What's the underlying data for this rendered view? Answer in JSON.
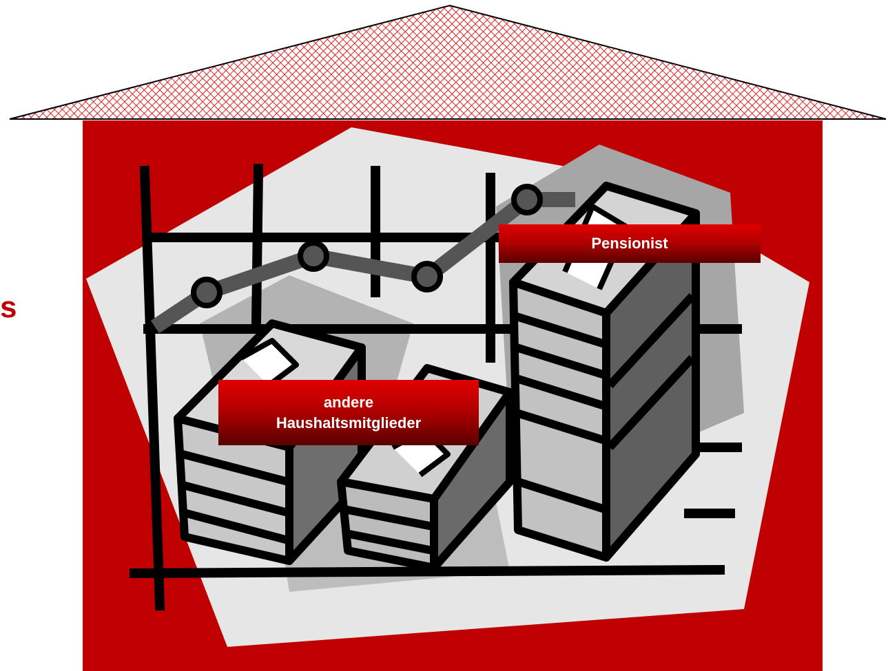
{
  "labels": {
    "pensionist": "Pensionist",
    "andere_line1": "andere",
    "andere_line2": "Haushaltsmitglieder"
  },
  "side_fragment": "s",
  "icons": [
    "roof-icon",
    "money-stack-icon",
    "line-chart-icon"
  ],
  "colors": {
    "house_red": "#c00000",
    "roof_red": "#e02020",
    "clipart_gray": "#9a9a9a",
    "clipart_dark": "#555555",
    "black": "#000000"
  }
}
